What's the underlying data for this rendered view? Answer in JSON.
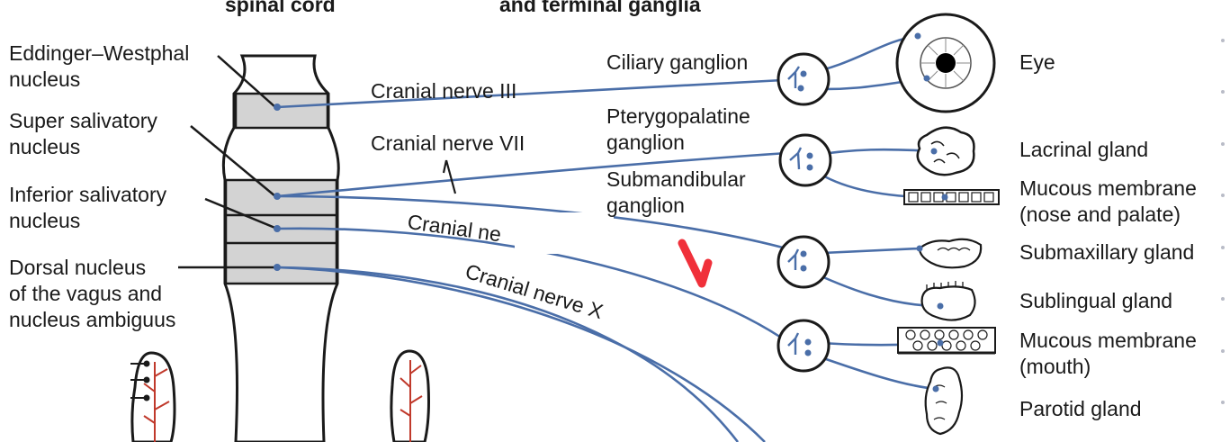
{
  "headers": {
    "left": "spinal cord",
    "middle": "and terminal ganglia"
  },
  "nuclei": [
    {
      "line1": "Eddinger–Westphal",
      "line2": "nucleus"
    },
    {
      "line1": "Super salivatory",
      "line2": "nucleus"
    },
    {
      "line1": "Inferior salivatory",
      "line2": "nucleus"
    },
    {
      "line1": "Dorsal nucleus",
      "line2": "of the vagus and",
      "line3": "nucleus ambiguus"
    }
  ],
  "nerves": {
    "iii": "Cranial nerve III",
    "vii": "Cranial nerve VII",
    "ix_partial": "Cranial nе",
    "x": "Cranial nerve X"
  },
  "ganglia": {
    "ciliary": "Ciliary ganglion",
    "ptery_line1": "Pterygopalatine",
    "ptery_line2": "ganglion",
    "submand_line1": "Submandibular",
    "submand_line2": "ganglion"
  },
  "targets": [
    {
      "line1": "Eye"
    },
    {
      "line1": "Lacrinal gland"
    },
    {
      "line1": "Mucous membrane",
      "line2": "(nose and palate)"
    },
    {
      "line1": "Submaxillary gland"
    },
    {
      "line1": "Sublingual gland"
    },
    {
      "line1": "Mucous membrane",
      "line2": "(mouth)"
    },
    {
      "line1": "Parotid gland"
    }
  ],
  "colors": {
    "nerve": "#4a6ea8",
    "outline": "#1a1a1a",
    "nucleus_fill": "#d3d3d3",
    "annotation_arrow": "#f0303a",
    "vessel": "#c0392b"
  }
}
